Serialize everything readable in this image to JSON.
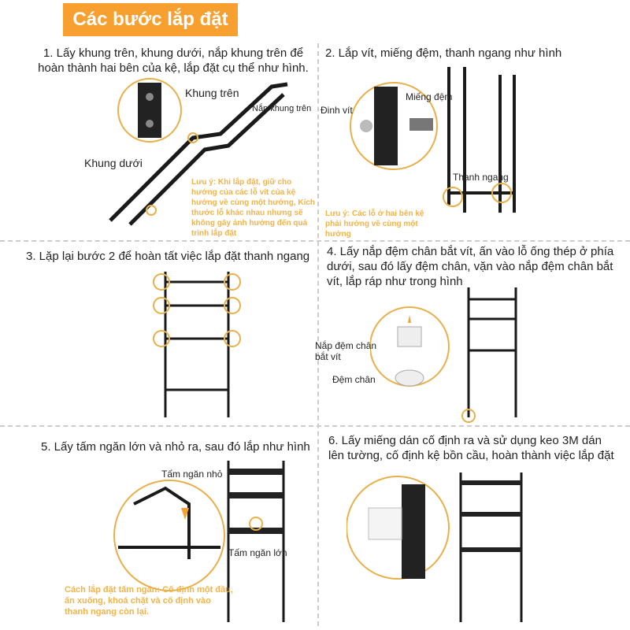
{
  "title": "Các bước lắp đặt",
  "steps": [
    {
      "text": "1. Lấy khung trên, khung dưới, nắp khung trên để hoàn thành hai bên của kệ, lắp đặt cụ thể như hình.",
      "labels": [
        "Khung trên",
        "Nắp khung trên",
        "Khung dưới"
      ],
      "note": "Lưu ý: Khi lắp đặt, giữ cho hướng của các lỗ vít của kệ hướng về cùng một hướng, Kích thước lỗ khác nhau nhưng sẽ không gây ảnh hưởng đến quá trình lắp đặt"
    },
    {
      "text": "2. Lắp vít, miếng đệm, thanh ngang như hình",
      "labels": [
        "Đinh vít",
        "Miếng đệm",
        "Thanh ngang"
      ],
      "note": "Lưu ý: Các lỗ ở hai bên kệ phải hướng về cùng một hướng"
    },
    {
      "text": "3. Lặp lại bước 2 để hoàn tất việc lắp đặt thanh ngang"
    },
    {
      "text": "4. Lấy nắp đệm chân bắt vít, ấn vào lỗ ống thép ở phía dưới, sau đó lấy đệm chân, vặn vào nắp đệm chân bắt vít, lắp ráp như trong hình",
      "labels": [
        "Nắp đệm chân bắt vít",
        "Đệm chân"
      ]
    },
    {
      "text": "5. Lấy tấm ngăn lớn và nhỏ ra, sau đó lắp như hình",
      "labels": [
        "Tấm ngăn nhỏ",
        "Tấm ngăn lớn"
      ],
      "note": "Cách lắp đặt tấm ngăn: Cố định một đầu, ấn xuống, khoá chặt và cố định vào thanh ngang còn lại."
    },
    {
      "text": "6. Lấy miếng dán cố định ra và sử dụng keo 3M dán lên tường, cố định kệ bồn cầu, hoàn thành việc lắp đặt"
    }
  ],
  "colors": {
    "accent": "#f7a030",
    "note": "#f3b349",
    "frame": "#1a1a1a"
  }
}
